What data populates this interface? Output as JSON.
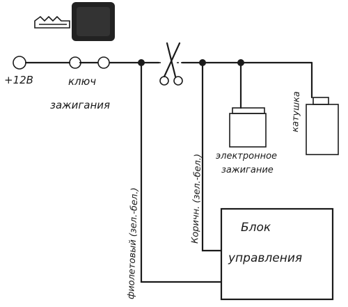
{
  "labels": {
    "plus12v": "+12В",
    "ignition_key_line1": "ключ",
    "ignition_key_line2": "зажигания",
    "violet_wire": "фиолетовый (зел.-бел.)",
    "brown_wire": "Коричн. (зел.-бел.)",
    "electronic_ignition_line1": "электронное",
    "electronic_ignition_line2": "зажигание",
    "coil": "катушка",
    "control_unit_line1": "Блок",
    "control_unit_line2": "управления"
  },
  "icons": {
    "key": "key-icon",
    "scissors": "scissors-icon"
  },
  "colors": {
    "ink": "#1a1a1a",
    "paper": "#ffffff"
  }
}
